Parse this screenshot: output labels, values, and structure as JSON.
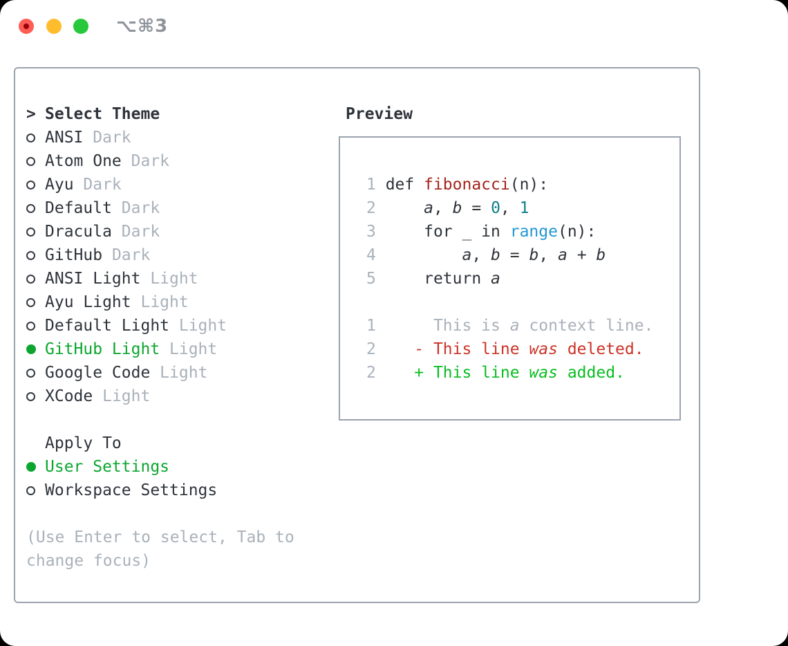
{
  "window": {
    "title": "⌥⌘3"
  },
  "colors": {
    "ink": "#2E333A",
    "dim": "#A9B1BA",
    "border": "#9AA3AE",
    "sel-green": "#0CA62F",
    "add-green": "#09BD21",
    "del-red": "#CC3327",
    "func-red": "#A5231B",
    "teal": "#0C7E87",
    "blue": "#2297D3",
    "title-gray": "#8E949B",
    "tl-red": "#FF5D55",
    "tl-yellow": "#FFBD2E",
    "tl-green": "#28C83C",
    "tl-red-dot": "#990008"
  },
  "theme_picker": {
    "header": {
      "prompt": ">",
      "label": "Select Theme"
    },
    "themes": [
      {
        "name": "ANSI",
        "variant": "Dark",
        "selected": false
      },
      {
        "name": "Atom One",
        "variant": "Dark",
        "selected": false
      },
      {
        "name": "Ayu",
        "variant": "Dark",
        "selected": false
      },
      {
        "name": "Default",
        "variant": "Dark",
        "selected": false
      },
      {
        "name": "Dracula",
        "variant": "Dark",
        "selected": false
      },
      {
        "name": "GitHub",
        "variant": "Dark",
        "selected": false
      },
      {
        "name": "ANSI Light",
        "variant": "Light",
        "selected": false
      },
      {
        "name": "Ayu Light",
        "variant": "Light",
        "selected": false
      },
      {
        "name": "Default Light",
        "variant": "Light",
        "selected": false
      },
      {
        "name": "GitHub Light",
        "variant": "Light",
        "selected": true
      },
      {
        "name": "Google Code",
        "variant": "Light",
        "selected": false
      },
      {
        "name": "XCode",
        "variant": "Light",
        "selected": false
      }
    ],
    "apply_to": {
      "label": "Apply To",
      "options": [
        {
          "name": "User Settings",
          "selected": true
        },
        {
          "name": "Workspace Settings",
          "selected": false
        }
      ]
    },
    "hint_lines": [
      "(Use Enter to select, Tab to",
      "change focus)"
    ]
  },
  "preview": {
    "label": "Preview",
    "lines": [
      [
        {
          "t": "1 ",
          "c": "ln"
        },
        {
          "t": "def ",
          "c": "pl"
        },
        {
          "t": "fibonacci",
          "c": "fn"
        },
        {
          "t": "(n):",
          "c": "pl"
        }
      ],
      [
        {
          "t": "2 ",
          "c": "ln"
        },
        {
          "t": "    ",
          "c": "pl"
        },
        {
          "t": "a",
          "c": "va"
        },
        {
          "t": ", ",
          "c": "pl"
        },
        {
          "t": "b",
          "c": "va"
        },
        {
          "t": " = ",
          "c": "pl"
        },
        {
          "t": "0",
          "c": "nm"
        },
        {
          "t": ", ",
          "c": "pl"
        },
        {
          "t": "1",
          "c": "nm"
        }
      ],
      [
        {
          "t": "3 ",
          "c": "ln"
        },
        {
          "t": "    for _ in ",
          "c": "pl"
        },
        {
          "t": "range",
          "c": "bi"
        },
        {
          "t": "(n):",
          "c": "pl"
        }
      ],
      [
        {
          "t": "4 ",
          "c": "ln"
        },
        {
          "t": "        ",
          "c": "pl"
        },
        {
          "t": "a",
          "c": "va"
        },
        {
          "t": ", ",
          "c": "pl"
        },
        {
          "t": "b",
          "c": "va"
        },
        {
          "t": " = ",
          "c": "pl"
        },
        {
          "t": "b",
          "c": "va"
        },
        {
          "t": ", ",
          "c": "pl"
        },
        {
          "t": "a",
          "c": "va"
        },
        {
          "t": " + ",
          "c": "pl"
        },
        {
          "t": "b",
          "c": "va"
        }
      ],
      [
        {
          "t": "5 ",
          "c": "ln"
        },
        {
          "t": "    return ",
          "c": "pl"
        },
        {
          "t": "a",
          "c": "va"
        }
      ],
      [],
      [
        {
          "t": "1 ",
          "c": "ln"
        },
        {
          "t": "     This is ",
          "c": "dm"
        },
        {
          "t": "a",
          "c": "dmi"
        },
        {
          "t": " context line.",
          "c": "dm"
        }
      ],
      [
        {
          "t": "2 ",
          "c": "ln"
        },
        {
          "t": "   - This line ",
          "c": "de"
        },
        {
          "t": "was",
          "c": "dei"
        },
        {
          "t": " deleted.",
          "c": "de"
        }
      ],
      [
        {
          "t": "2 ",
          "c": "ln"
        },
        {
          "t": "   + This line ",
          "c": "ad"
        },
        {
          "t": "was",
          "c": "adi"
        },
        {
          "t": " added.",
          "c": "ad"
        }
      ]
    ]
  }
}
